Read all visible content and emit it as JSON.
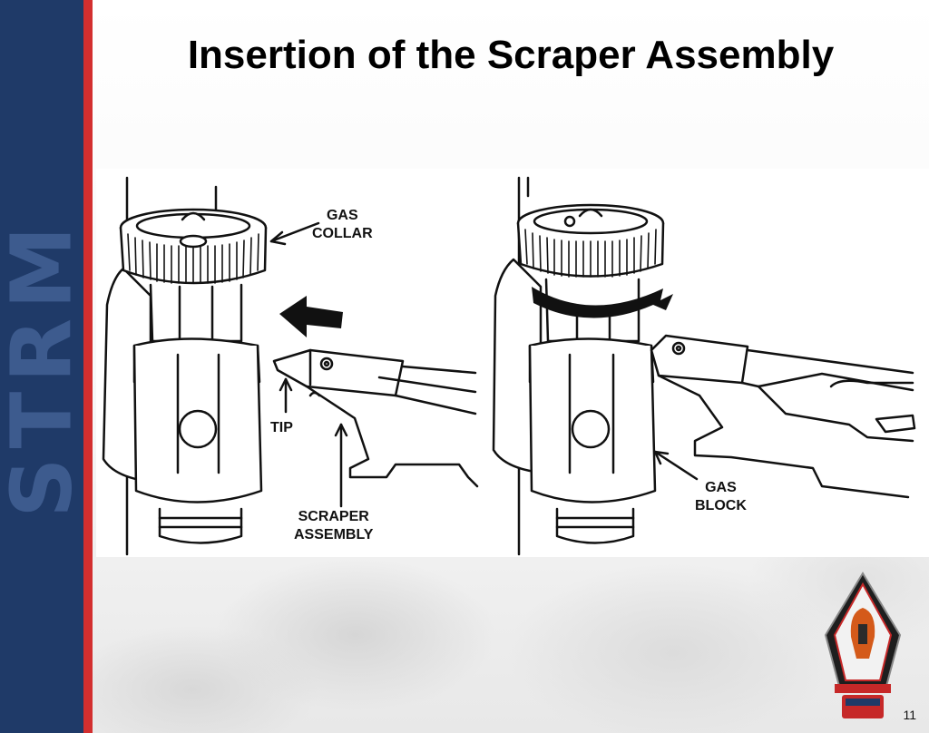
{
  "slide": {
    "title": "Insertion of the Scraper Assembly",
    "page_number": "11",
    "sidebar_word": "STRM"
  },
  "figure": {
    "labels": {
      "gas_collar": "GAS\nCOLLAR",
      "tip": "TIP",
      "scraper_assembly": "SCRAPER\nASSEMBLY",
      "gas_block": "GAS\nBLOCK"
    }
  },
  "colors": {
    "sidebar": "#1f3a68",
    "stripe": "#d32f2f"
  },
  "icons": {
    "emblem": "recruit-sustainment-program-national-guard-emblem",
    "arrow": "left-arrow-icon",
    "rotation_arrow": "rotation-arrow-icon"
  }
}
